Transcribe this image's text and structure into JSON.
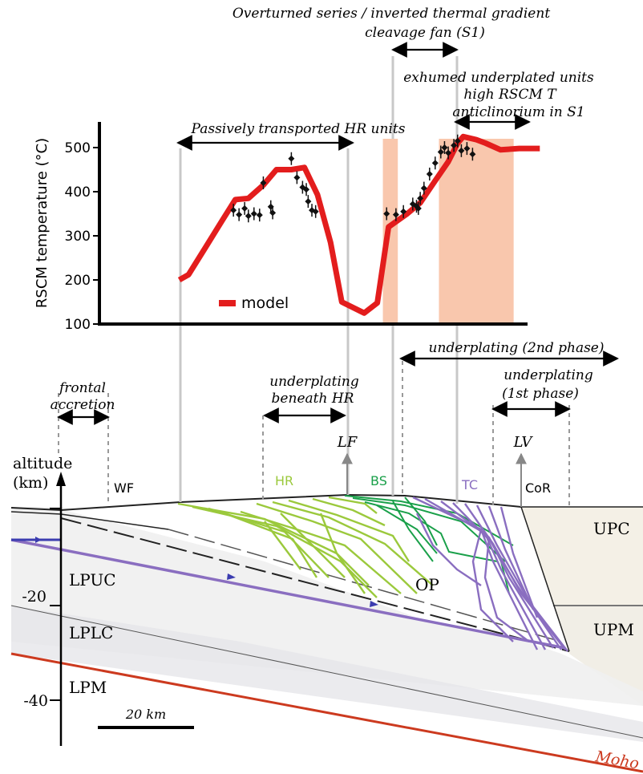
{
  "header": {
    "line1": "Overturned series / inverted thermal gradient",
    "line2": "cleavage fan (S1)",
    "exhumed_line1": "exhumed underplated units",
    "exhumed_line2": "high RSCM T",
    "exhumed_line3": "anticlinorium in S1",
    "passive": "Passively transported HR units"
  },
  "chart_data": {
    "type": "line",
    "title": "",
    "xlabel": "",
    "ylabel": "RSCM temperature (°C)",
    "ylim": [
      100,
      540
    ],
    "yticks": [
      100,
      200,
      300,
      400,
      500
    ],
    "legend": "model",
    "legend_placement": "bottom-left",
    "colors": {
      "model": "#e31d1d",
      "data": "#111111",
      "shading": "#f9c7ad"
    },
    "series": [
      {
        "name": "model",
        "points": [
          {
            "d": 23,
            "t": 200
          },
          {
            "d": 28,
            "t": 212
          },
          {
            "d": 38,
            "t": 280
          },
          {
            "d": 46,
            "t": 335
          },
          {
            "d": 53,
            "t": 382
          },
          {
            "d": 60,
            "t": 385
          },
          {
            "d": 68,
            "t": 415
          },
          {
            "d": 75,
            "t": 450
          },
          {
            "d": 83,
            "t": 450
          },
          {
            "d": 90,
            "t": 455
          },
          {
            "d": 97,
            "t": 393
          },
          {
            "d": 104,
            "t": 285
          },
          {
            "d": 110,
            "t": 150
          },
          {
            "d": 122,
            "t": 125
          },
          {
            "d": 129,
            "t": 148
          },
          {
            "d": 135,
            "t": 320
          },
          {
            "d": 145,
            "t": 350
          },
          {
            "d": 152,
            "t": 375
          },
          {
            "d": 160,
            "t": 425
          },
          {
            "d": 167,
            "t": 468
          },
          {
            "d": 172,
            "t": 510
          },
          {
            "d": 175,
            "t": 525
          },
          {
            "d": 182,
            "t": 518
          },
          {
            "d": 187,
            "t": 510
          },
          {
            "d": 195,
            "t": 495
          },
          {
            "d": 205,
            "t": 498
          },
          {
            "d": 216,
            "t": 498
          }
        ]
      },
      {
        "name": "RSCM data",
        "points": [
          {
            "d": 52,
            "t": 358
          },
          {
            "d": 55,
            "t": 348
          },
          {
            "d": 58,
            "t": 362
          },
          {
            "d": 60,
            "t": 345
          },
          {
            "d": 63,
            "t": 350
          },
          {
            "d": 66,
            "t": 347
          },
          {
            "d": 68,
            "t": 420
          },
          {
            "d": 72,
            "t": 366
          },
          {
            "d": 73,
            "t": 352
          },
          {
            "d": 83,
            "t": 475
          },
          {
            "d": 86,
            "t": 432
          },
          {
            "d": 89,
            "t": 410
          },
          {
            "d": 91,
            "t": 405
          },
          {
            "d": 92,
            "t": 378
          },
          {
            "d": 94,
            "t": 358
          },
          {
            "d": 96,
            "t": 355
          },
          {
            "d": 134,
            "t": 350
          },
          {
            "d": 139,
            "t": 348
          },
          {
            "d": 143,
            "t": 355
          },
          {
            "d": 148,
            "t": 372
          },
          {
            "d": 150,
            "t": 367
          },
          {
            "d": 151,
            "t": 362
          },
          {
            "d": 152,
            "t": 385
          },
          {
            "d": 154,
            "t": 408
          },
          {
            "d": 157,
            "t": 440
          },
          {
            "d": 160,
            "t": 465
          },
          {
            "d": 163,
            "t": 490
          },
          {
            "d": 165,
            "t": 500
          },
          {
            "d": 167,
            "t": 488
          },
          {
            "d": 170,
            "t": 505
          },
          {
            "d": 172,
            "t": 515
          },
          {
            "d": 174,
            "t": 493
          },
          {
            "d": 177,
            "t": 498
          },
          {
            "d": 180,
            "t": 485
          }
        ]
      }
    ],
    "shaded_ranges": [
      {
        "from": 132,
        "to": 140,
        "top": 520
      },
      {
        "from": 162,
        "to": 202,
        "top": 520
      }
    ]
  },
  "section": {
    "underplating_2nd": "underplating  (2nd phase)",
    "underplating_1st_1": "underplating",
    "underplating_1st_2": "(1st phase)",
    "beneath_hr_1": "underplating",
    "beneath_hr_2": "beneath HR",
    "frontal_1": "frontal",
    "frontal_2": "accretion",
    "lf": "LF",
    "lv": "LV",
    "wf": "WF",
    "hr": "HR",
    "bs": "BS",
    "tc": "TC",
    "cor": "CoR",
    "op": "OP",
    "upc": "UPC",
    "upm": "UPM",
    "lpuc": "LPUC",
    "lplc": "LPLC",
    "lpm": "LPM",
    "moho": "Moho",
    "altitude_1": "altitude",
    "altitude_2": "(km)",
    "tick_m20": "-20",
    "tick_m40": "-40",
    "scale": "20 km",
    "colors": {
      "hr": "#9bc93c",
      "bs": "#1aa04a",
      "tc": "#8a6ec0",
      "moho": "#cc3a1f",
      "upper_plate": "#f4f0e6",
      "lower_plate": "#efefef"
    }
  }
}
